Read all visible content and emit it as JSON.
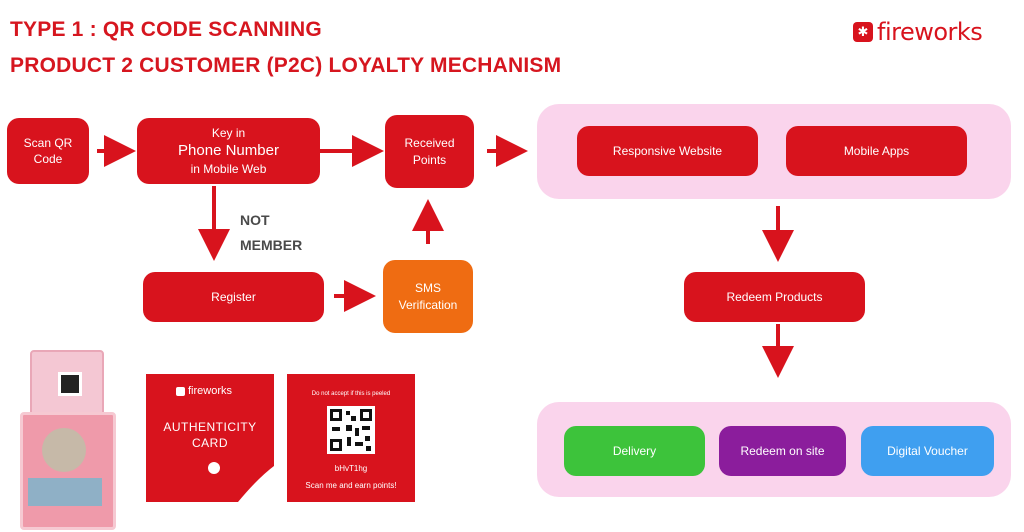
{
  "titles": {
    "line1": "TYPE 1 : QR CODE SCANNING",
    "line2": "PRODUCT 2 CUSTOMER (P2C) LOYALTY MECHANISM"
  },
  "logo": {
    "text": "fireworks",
    "icon": "firework-logo-icon",
    "color": "#d8131d"
  },
  "flow": {
    "scan": "Scan QR Code",
    "phone_line1": "Key in",
    "phone_line2": "Phone Number",
    "phone_line3": "in Mobile Web",
    "received": "Received Points",
    "not_member_1": "NOT",
    "not_member_2": "MEMBER",
    "register": "Register",
    "sms": "SMS Verification",
    "responsive": "Responsive Website",
    "mobile_apps": "Mobile Apps",
    "redeem_products": "Redeem Products",
    "delivery": "Delivery",
    "redeem_site": "Redeem on site",
    "voucher": "Digital Voucher"
  },
  "colors": {
    "red": "#d8131d",
    "orange": "#ef6c12",
    "green": "#3dc33b",
    "purple": "#8b1d9c",
    "blue": "#3f9ff0",
    "panel": "#fad4ec"
  },
  "cards": {
    "front_brand": "fireworks",
    "front_title": "AUTHENTICITY CARD",
    "back_warning": "Do not accept if this is peeled",
    "back_code": "bHvT1hg",
    "back_cta": "Scan me and earn points!"
  }
}
